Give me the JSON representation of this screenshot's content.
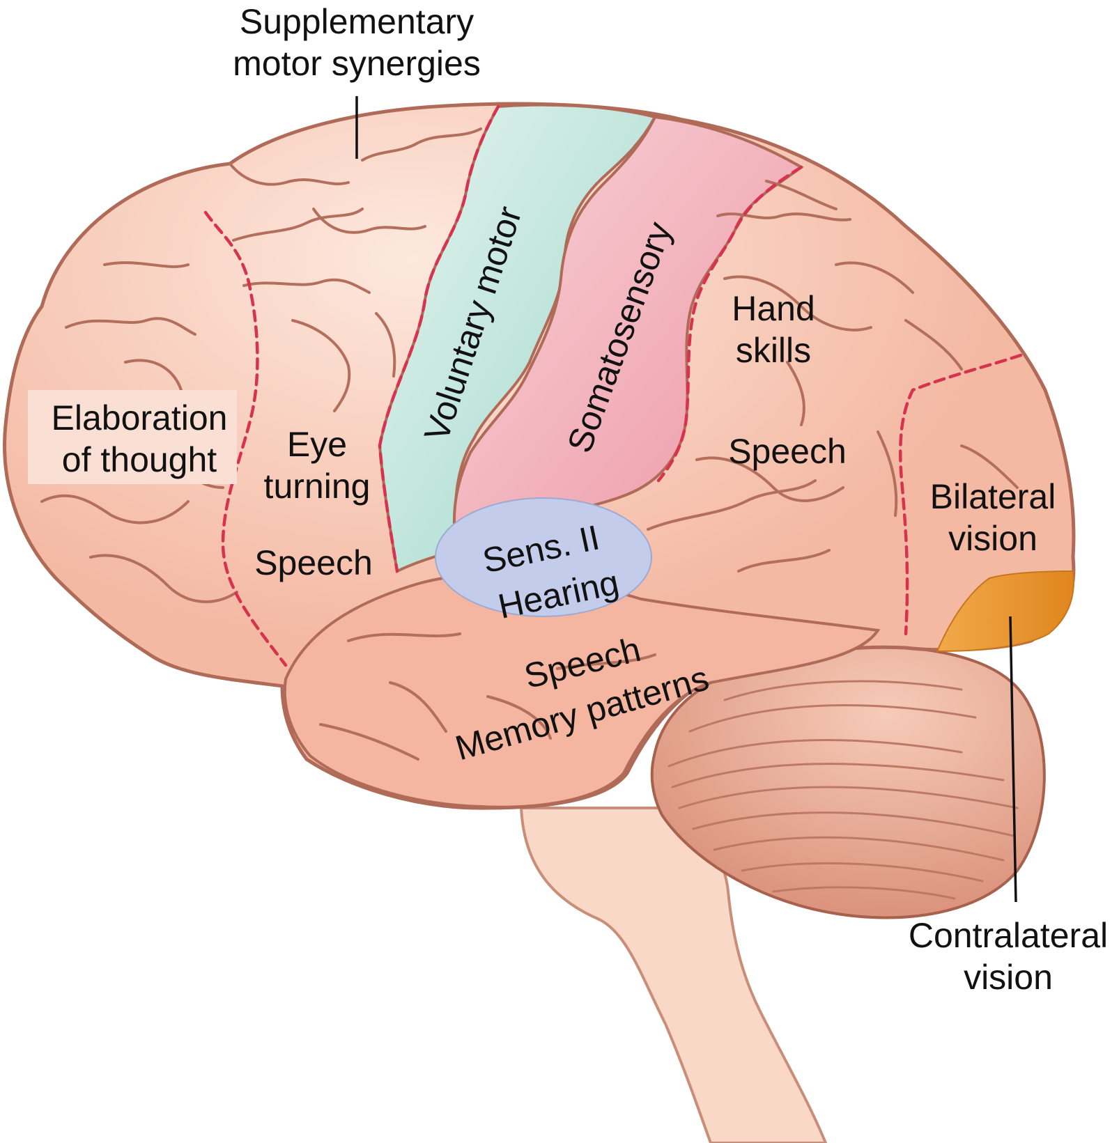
{
  "diagram": {
    "labels": {
      "supplementary_motor_1": "Supplementary",
      "supplementary_motor_2": "motor synergies",
      "voluntary_motor": "Voluntary motor",
      "somatosensory": "Somatosensory",
      "hand_skills_1": "Hand",
      "hand_skills_2": "skills",
      "elaboration_1": "Elaboration",
      "elaboration_2": "of thought",
      "eye_turning_1": "Eye",
      "eye_turning_2": "turning",
      "speech_frontal": "Speech",
      "speech_parietal": "Speech",
      "sens_ii": "Sens. II",
      "hearing": "Hearing",
      "speech_temporal": "Speech",
      "memory_patterns": "Memory patterns",
      "bilateral_1": "Bilateral",
      "bilateral_2": "vision",
      "contralateral_1": "Contralateral",
      "contralateral_2": "vision"
    },
    "colors": {
      "cortex": "#f4b9a3",
      "cortex_light": "#fbe0d4",
      "motor": "#aee0d4",
      "somatosensory": "#ee9fac",
      "sens_hearing": "#c3cdeb",
      "contralateral_vision": "#e8952f",
      "boundary": "#d6334f",
      "stem": "#fad8c8",
      "cerebellum": "#e2a08a"
    }
  }
}
